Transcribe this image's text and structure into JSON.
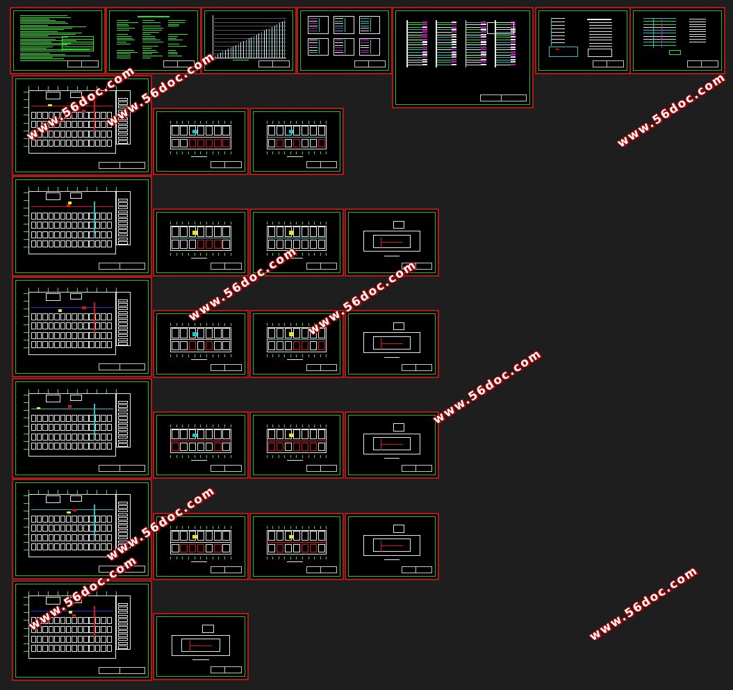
{
  "canvas": {
    "background": "#1e1e1e"
  },
  "colors": {
    "sheet_border": "#b31818",
    "frame": "#19c419",
    "green": "#1fe81f",
    "white": "#e8e8e8",
    "red": "#e01010",
    "cyan": "#18c8c8",
    "yellow": "#e8e818",
    "blue": "#3030e8",
    "magenta": "#c018c0"
  },
  "watermark": {
    "text": "www.56doc.com",
    "count": 9
  },
  "sheet_kinds": [
    "notes-dense",
    "notes-text",
    "bar-chart",
    "schematic-grid",
    "riser-wide",
    "riser-a",
    "riser-b",
    "plan-l",
    "plan-rect",
    "plan-roof"
  ],
  "sheets": [
    {
      "kind": "notes-dense"
    },
    {
      "kind": "notes-text"
    },
    {
      "kind": "bar-chart"
    },
    {
      "kind": "schematic-grid"
    },
    {
      "kind": "riser-wide"
    },
    {
      "kind": "riser-a"
    },
    {
      "kind": "riser-b"
    },
    {
      "kind": "plan-l"
    },
    {
      "kind": "plan-rect"
    },
    {
      "kind": "plan-rect"
    },
    {
      "kind": "plan-l"
    },
    {
      "kind": "plan-rect"
    },
    {
      "kind": "plan-rect"
    },
    {
      "kind": "plan-roof"
    },
    {
      "kind": "plan-l"
    },
    {
      "kind": "plan-rect"
    },
    {
      "kind": "plan-rect"
    },
    {
      "kind": "plan-roof"
    },
    {
      "kind": "plan-l"
    },
    {
      "kind": "plan-rect"
    },
    {
      "kind": "plan-rect"
    },
    {
      "kind": "plan-roof"
    },
    {
      "kind": "plan-l"
    },
    {
      "kind": "plan-rect"
    },
    {
      "kind": "plan-rect"
    },
    {
      "kind": "plan-roof"
    },
    {
      "kind": "plan-l"
    },
    {
      "kind": "plan-roof"
    }
  ]
}
